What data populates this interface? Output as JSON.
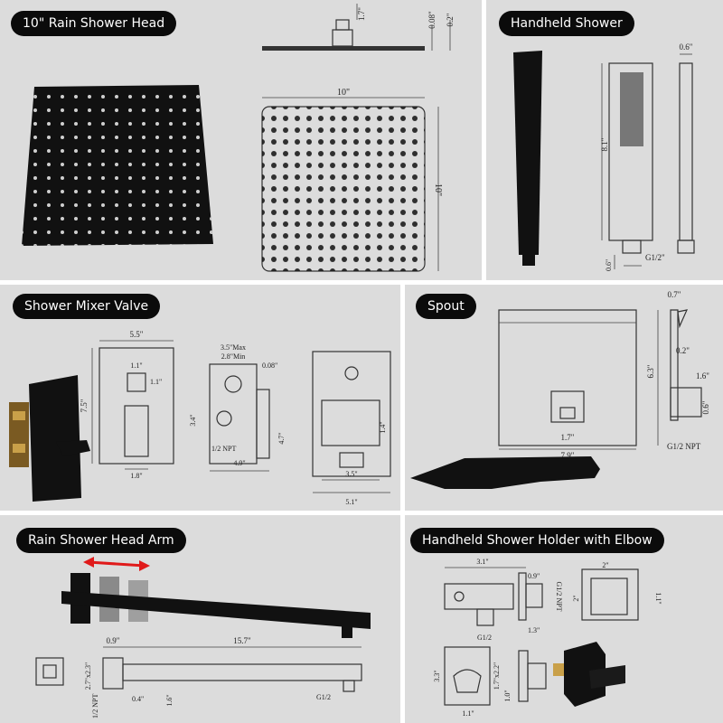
{
  "panels": {
    "rain_head": {
      "title": "10\" Rain Shower Head",
      "dims": {
        "thk_top": "1.7\"",
        "thk_a": "0.08\"",
        "thk_b": "0.2\"",
        "width": "10\"",
        "height": "10\""
      }
    },
    "handheld": {
      "title": "Handheld Shower",
      "dims": {
        "length": "8.1\"",
        "depth": "0.6\"",
        "base": "0.6\"",
        "thread": "G1/2\""
      }
    },
    "valve": {
      "title": "Shower Mixer Valve",
      "dims": {
        "plate_w": "5.5\"",
        "plate_h": "7.5\"",
        "btn_w": "1.1\"",
        "btn_h": "1.1\"",
        "lever_w": "1.8\"",
        "max": "3.5\"Max",
        "min": "2.8\"Min",
        "d008": "0.08\"",
        "d34": "3.4\"",
        "d47": "4.7\"",
        "npt": "1/2 NPT",
        "d49": "4.9\"",
        "d14": "1.4\"",
        "d35": "3.5\"",
        "d51": "5.1\""
      }
    },
    "spout": {
      "title": "Spout",
      "dims": {
        "top": "0.7\"",
        "height": "6.3\"",
        "d02": "0.2\"",
        "d16": "1.6\"",
        "d06": "0.6\"",
        "npt": "G1/2 NPT",
        "notch": "1.7\"",
        "width": "7.9\""
      }
    },
    "arm": {
      "title": "Rain Shower Head Arm",
      "dims": {
        "d09": "0.9\"",
        "length": "15.7\"",
        "d27": "2.7\"x2.3\"",
        "npt": "1/2 NPT",
        "d04": "0.4\"",
        "d16": "1.6\"",
        "g12": "G1/2"
      }
    },
    "holder": {
      "title": "Handheld Shower Holder with Elbow",
      "dims": {
        "d31": "3.1\"",
        "d09": "0.9\"",
        "g12npt": "G1/2 NPT",
        "g12": "G1/2",
        "d13": "1.3\"",
        "d2": "2\"",
        "d2b": "2\"",
        "d11": "1.1\"",
        "d33": "3.3\"",
        "d17": "1.7\"x2.2\"",
        "d10": "1.0\"",
        "d11b": "1.1\""
      }
    }
  }
}
